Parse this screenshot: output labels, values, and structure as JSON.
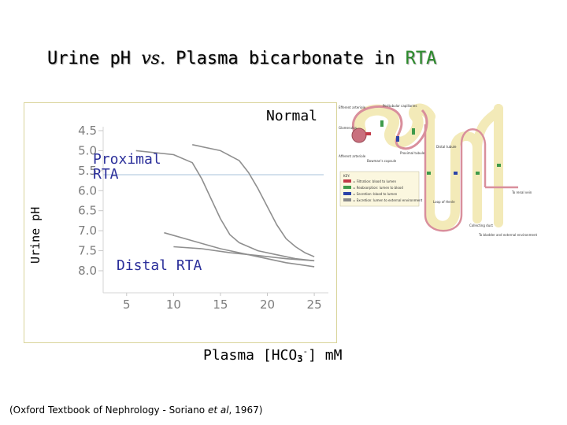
{
  "slide": {
    "title_part1": "Urine p",
    "title_part2": "H ",
    "title_vs": "vs.",
    "title_part3": " Plasma bicarbonate in ",
    "title_accent": "RTA",
    "citation_prefix": "(Oxford Textbook of Nephrology - Soriano ",
    "citation_etal": "et al",
    "citation_suffix": ", 1967)"
  },
  "chart_data": {
    "type": "line",
    "xlabel_prefix": "Plasma [HCO",
    "xlabel_sub": "3",
    "xlabel_sup": "-",
    "xlabel_suffix": "] mM",
    "ylabel": "Urine pH",
    "xlim": [
      2.5,
      26
    ],
    "ylim": [
      4.5,
      8.0
    ],
    "y_inverted": true,
    "x_ticks": [
      "5",
      "10",
      "15",
      "20",
      "25"
    ],
    "y_ticks": [
      "4.5",
      "5.0",
      "5.5",
      "6.0",
      "6.5",
      "7.0",
      "7.5",
      "8.0"
    ],
    "reference_line_y": 5.6,
    "annotations": {
      "proximal": "Proximal RTA",
      "distal": "Distal RTA",
      "normal": "Normal"
    },
    "series": [
      {
        "key": "proximal",
        "color": "#8f8f8f",
        "x": [
          6,
          10,
          12,
          13,
          14,
          15,
          16,
          17,
          19,
          21,
          23,
          25
        ],
        "y": [
          5.0,
          5.1,
          5.3,
          5.7,
          6.2,
          6.7,
          7.1,
          7.3,
          7.5,
          7.6,
          7.7,
          7.75
        ]
      },
      {
        "key": "normal",
        "color": "#8f8f8f",
        "x": [
          12,
          15,
          17,
          18,
          19,
          20,
          21,
          22,
          23,
          24,
          25
        ],
        "y": [
          4.85,
          5.0,
          5.25,
          5.55,
          5.95,
          6.4,
          6.85,
          7.2,
          7.4,
          7.55,
          7.65
        ]
      },
      {
        "key": "distal",
        "color": "#8f8f8f",
        "x": [
          10,
          13,
          16,
          19,
          22,
          25
        ],
        "y": [
          7.4,
          7.45,
          7.55,
          7.62,
          7.7,
          7.75
        ]
      },
      {
        "key": "distal-low",
        "color": "#8f8f8f",
        "x": [
          9,
          12,
          15,
          19,
          22,
          25
        ],
        "y": [
          7.05,
          7.25,
          7.45,
          7.65,
          7.8,
          7.9
        ]
      }
    ]
  },
  "diagram": {
    "legend_title": "KEY:",
    "legend_items": [
      "= Filtration: blood to lumen",
      "= Reabsorption: lumen to blood",
      "= Secretion: blood to lumen",
      "= Excretion: lumen to external environment"
    ],
    "labels": {
      "efferent": "Efferent arteriole",
      "peritubular": "Peritubular capillaries",
      "glomerulus": "Glomerulus",
      "afferent": "Afferent arteriole",
      "bowman": "Bowman's capsule",
      "proximal": "Proximal tubule",
      "distal": "Distal tubule",
      "loop": "Loop of Henle",
      "collecting": "Collecting duct",
      "bladder": "To bladder and external environment",
      "vein": "To renal vein"
    }
  }
}
